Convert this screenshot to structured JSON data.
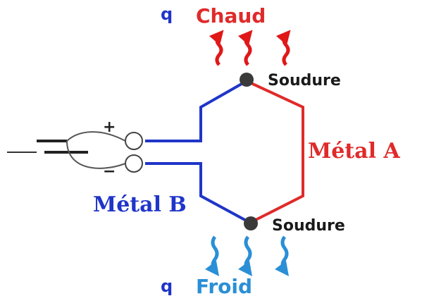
{
  "labels": {
    "q_top": "q",
    "hot": "Chaud",
    "weld_top": "Soudure",
    "plus": "+",
    "minus": "−",
    "metal_a": "Métal A",
    "metal_b": "Métal B",
    "weld_bottom": "Soudure",
    "q_bottom": "q",
    "cold": "Froid"
  },
  "colors": {
    "red": "#e02a2a",
    "blue": "#1f35c9",
    "heat_red": "#e01818",
    "cold_blue": "#2a8fd6",
    "weld": "#3a3a3a",
    "wire": "#555555"
  },
  "arrows": {
    "hot_count": 3,
    "cold_count": 3
  }
}
